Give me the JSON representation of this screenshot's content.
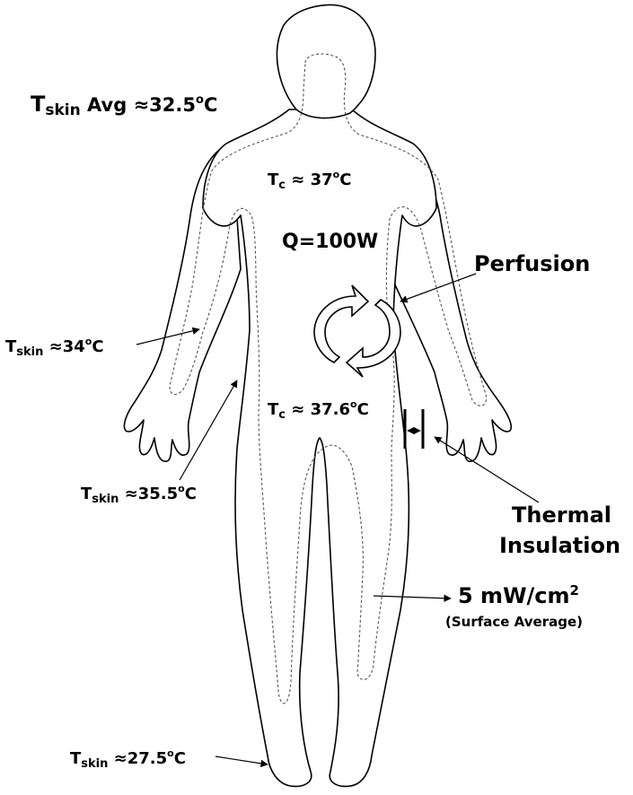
{
  "labels": {
    "skin_avg": {
      "sym": "T",
      "sub": "skin",
      "rest": " Avg ≈32.5",
      "deg": "o",
      "unit": "C"
    },
    "core_upper": {
      "sym": "T",
      "sub": "c",
      "rest": " ≈ 37",
      "deg": "o",
      "unit": "C"
    },
    "power": "Q=100W",
    "perfusion": "Perfusion",
    "skin_arm": {
      "sym": "T",
      "sub": "skin",
      "rest": " ≈34",
      "deg": "o",
      "unit": "C"
    },
    "core_lower": {
      "sym": "T",
      "sub": "c",
      "rest": " ≈ 37.6",
      "deg": "o",
      "unit": "C"
    },
    "skin_torso": {
      "sym": "T",
      "sub": "skin",
      "rest": " ≈35.5",
      "deg": "o",
      "unit": "C"
    },
    "thermal_line1": "Thermal",
    "thermal_line2": "Insulation",
    "flux_value": "5 mW/cm",
    "flux_exp": "2",
    "flux_note": "(Surface Average)",
    "skin_feet": {
      "sym": "T",
      "sub": "skin",
      "rest": " ≈27.5",
      "deg": "o",
      "unit": "C"
    }
  },
  "icons": {
    "circulation": "circular-arrows-icon",
    "insulation": "thickness-bracket-icon"
  },
  "colors": {
    "ink": "#000000",
    "core_line": "#555555",
    "background": "#ffffff"
  }
}
